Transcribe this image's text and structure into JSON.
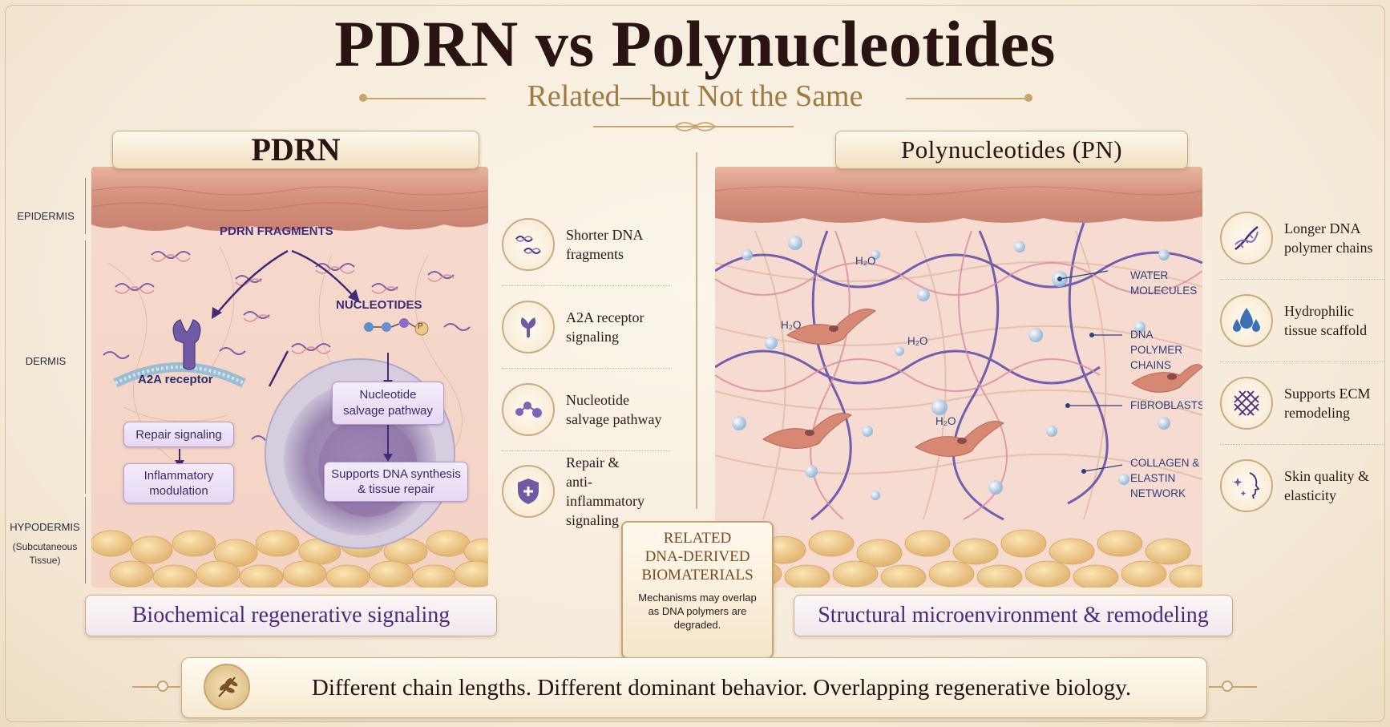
{
  "title": "PDRN vs Polynucleotides",
  "subtitle": "Related—but Not the Same",
  "pdrn_panel": {
    "title": "PDRN",
    "layers": {
      "epidermis": "EPIDERMIS",
      "dermis": "DERMIS",
      "hypodermis": "HYPODERMIS",
      "hypodermis_sub": "(Subcutaneous",
      "hypodermis_sub2": "Tissue)"
    },
    "diagram": {
      "fragments_label": "PDRN FRAGMENTS",
      "receptor_label": "A2A receptor",
      "nucleotides_label": "NUCLEOTIDES",
      "phosphate_label": "P",
      "repair_signaling": "Repair signaling",
      "inflammatory_1": "Inflammatory",
      "inflammatory_2": "modulation",
      "salvage_1": "Nucleotide",
      "salvage_2": "salvage pathway",
      "supports_1": "Supports DNA synthesis",
      "supports_2": "& tissue repair"
    },
    "features": [
      {
        "icon": "dna-fragments-icon",
        "line1": "Shorter DNA",
        "line2": "fragments",
        "line3": ""
      },
      {
        "icon": "receptor-icon",
        "line1": "A2A receptor",
        "line2": "signaling",
        "line3": ""
      },
      {
        "icon": "molecule-icon",
        "line1": "Nucleotide",
        "line2": "salvage pathway",
        "line3": ""
      },
      {
        "icon": "shield-plus-icon",
        "line1": "Repair &",
        "line2": "anti-inflammatory",
        "line3": "signaling"
      }
    ],
    "bottom_label": "Biochemical regenerative signaling"
  },
  "pn_panel": {
    "title": "Polynucleotides (PN)",
    "diagram": {
      "h2o": "H₂O",
      "water_1": "WATER",
      "water_2": "MOLECULES",
      "dna_1": "DNA POLYMER",
      "dna_2": "CHAINS",
      "fibroblasts": "FIBROBLASTS",
      "collagen_1": "COLLAGEN &",
      "collagen_2": "ELASTIN",
      "collagen_3": "NETWORK"
    },
    "features": [
      {
        "icon": "dna-helix-icon",
        "line1": "Longer DNA",
        "line2": "polymer chains"
      },
      {
        "icon": "water-drops-icon",
        "line1": "Hydrophilic",
        "line2": "tissue scaffold"
      },
      {
        "icon": "mesh-icon",
        "line1": "Supports ECM",
        "line2": "remodeling"
      },
      {
        "icon": "face-sparkle-icon",
        "line1": "Skin quality &",
        "line2": "elasticity"
      }
    ],
    "bottom_label": "Structural microenvironment & remodeling"
  },
  "related": {
    "line1": "RELATED",
    "line2": "DNA-DERIVED",
    "line3": "BIOMATERIALS",
    "note1": "Mechanisms may overlap",
    "note2": "as DNA polymers are",
    "note3": "degraded."
  },
  "footer": "Different chain lengths. Different dominant behavior. Overlapping regenerative biology.",
  "colors": {
    "background": "#f8efe0",
    "gold": "#c9ad7f",
    "purple": "#4b2a7c",
    "skin_pink": "#e9b7a3",
    "fat_yellow": "#ecc98c"
  }
}
